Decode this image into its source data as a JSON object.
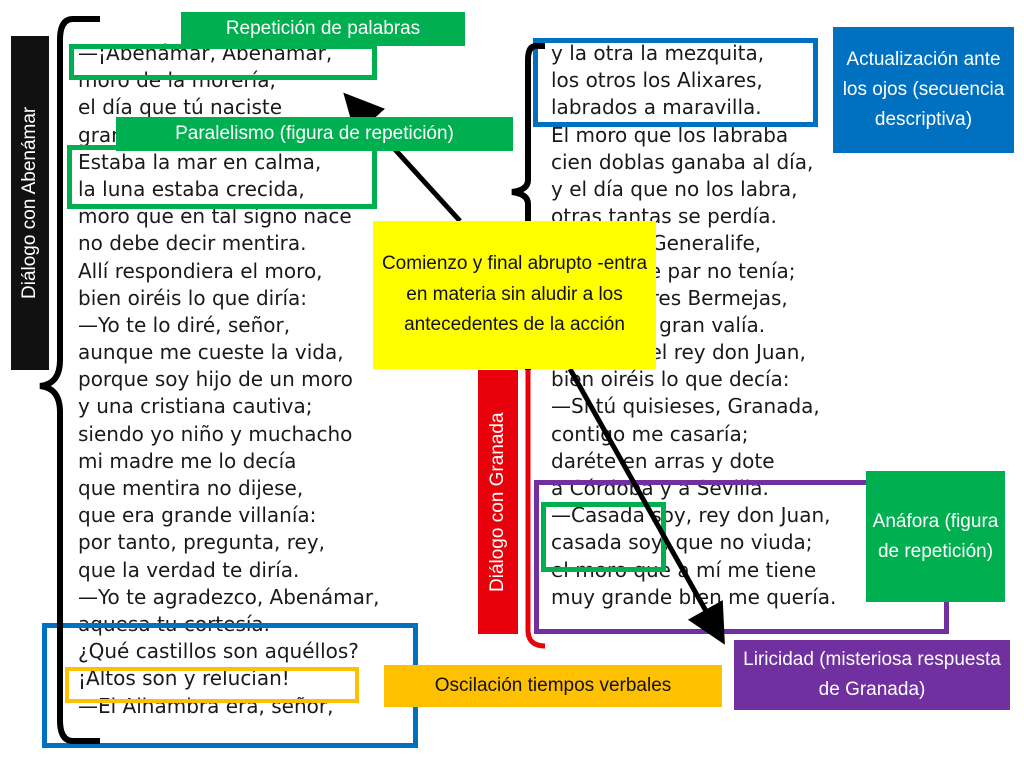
{
  "labels": {
    "left_dialogue": "Diálogo con Abenámar",
    "right_dialogue": "Diálogo con Granada"
  },
  "annotations": {
    "repeticion": "Repetición de palabras",
    "paralelismo": "Paralelismo (figura de repetición)",
    "actualizacion": "Actualización ante los ojos (secuencia descriptiva)",
    "comienzo": "Comienzo y final abrupto -entra en materia sin aludir a los antecedentes de la acción",
    "anafora": "Anáfora (figura de repetición)",
    "liricidad": "Liricidad (misteriosa respuesta de Granada)",
    "oscilacion": "Oscilación tiempos verbales"
  },
  "poem_left": [
    "—¡Abenámar, Abenámar,",
    "moro de la morería,",
    "el día que tú naciste",
    "grandes señales había!",
    "Estaba la mar en calma,",
    "la luna estaba crecida,",
    "moro que en tal signo nace",
    "no debe decir mentira.",
    "Allí respondiera el moro,",
    "bien oiréis lo que diría:",
    "—Yo te lo diré, señor,",
    "aunque me cueste la vida,",
    "porque soy hijo de un moro",
    "y una cristiana cautiva;",
    "siendo yo niño y muchacho",
    "mi madre me lo decía",
    "que mentira no dijese,",
    "que era grande villanía:",
    "por tanto, pregunta, rey,",
    "que la verdad te diría.",
    "—Yo te agradezco, Abenámar,",
    "aquesa tu cortesía.",
    "¿Qué castillos son aquéllos?",
    "¡Altos son y relucían!",
    "—El Alhambra era, señor,"
  ],
  "poem_right": [
    "y la otra la mezquita,",
    "los otros los Alixares,",
    "labrados a maravilla.",
    "El moro que los labraba",
    "cien doblas ganaba al día,",
    "y el día que no los labra,",
    "otras tantas se perdía.",
    "El otro es Generalife,",
    "huerta que par no tenía;",
    "el otro Torres Bermejas,",
    "castillo de gran valía.",
    "Allí habló el rey don Juan,",
    "bien oiréis lo que decía:",
    "—Si tú quisieses, Granada,",
    "contigo me casaría;",
    "daréte en arras y dote",
    "a Córdoba y a Sevilla.",
    "—Casada soy, rey don Juan,",
    "casada soy, que no viuda;",
    "el moro que a mí me tiene",
    "muy grande bien me quería."
  ],
  "colors": {
    "green": "#00b050",
    "blue": "#0070c0",
    "yellow": "#ffff00",
    "purple": "#7030a0",
    "orange": "#ffc000",
    "red": "#e8000b",
    "black": "#111111"
  }
}
